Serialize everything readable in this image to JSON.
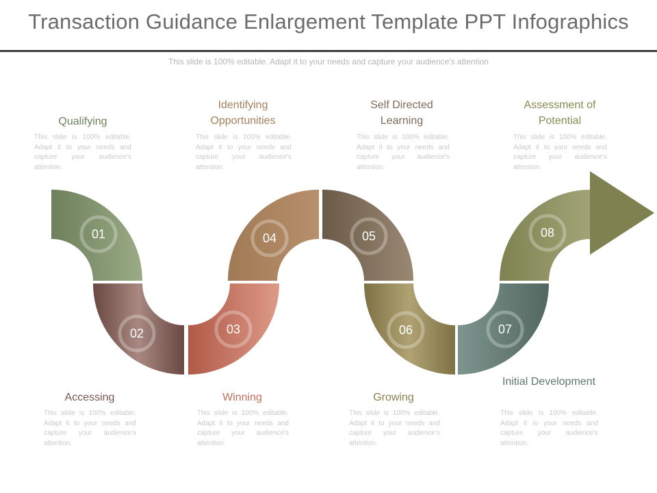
{
  "title": "Transaction Guidance Enlargement Template PPT Infographics",
  "subtitle": "This slide is 100% editable. Adapt it to your needs and capture your audience's attention",
  "steps": [
    {
      "number": "01",
      "heading": "Qualifying",
      "body": "This slide is 100% editable. Adapt it to your needs and capture your audience's attention.",
      "color": "#7d8f6a"
    },
    {
      "number": "02",
      "heading": "Accessing",
      "body": "This slide is 100% editable. Adapt it to your needs and capture your audience's attention.",
      "color": "#7a5650"
    },
    {
      "number": "03",
      "heading": "Winning",
      "body": "This slide is 100% editable. Adapt it to your needs and capture your audience's attention.",
      "color": "#c06f5d"
    },
    {
      "number": "04",
      "heading": "Identifying Opportunities",
      "body": "This slide is 100% editable. Adapt it to your needs and capture your audience's attention.",
      "color": "#a57c58"
    },
    {
      "number": "05",
      "heading": "Self Directed Learning",
      "body": "This slide is 100% editable. Adapt it to your needs and capture your audience's attention.",
      "color": "#7c6b58"
    },
    {
      "number": "06",
      "heading": "Growing",
      "body": "This slide is 100% editable. Adapt it to your needs and capture your audience's attention.",
      "color": "#8a8050"
    },
    {
      "number": "07",
      "heading": "Initial Development",
      "body": "This slide is 100% editable. Adapt it to your needs and capture your audience's attention.",
      "color": "#5f7670"
    },
    {
      "number": "08",
      "heading": "Assessment of Potential",
      "body": "This slide is 100% editable. Adapt it to your needs and capture your audience's attention.",
      "color": "#868a58"
    }
  ],
  "arrow_color": "#7f8150"
}
